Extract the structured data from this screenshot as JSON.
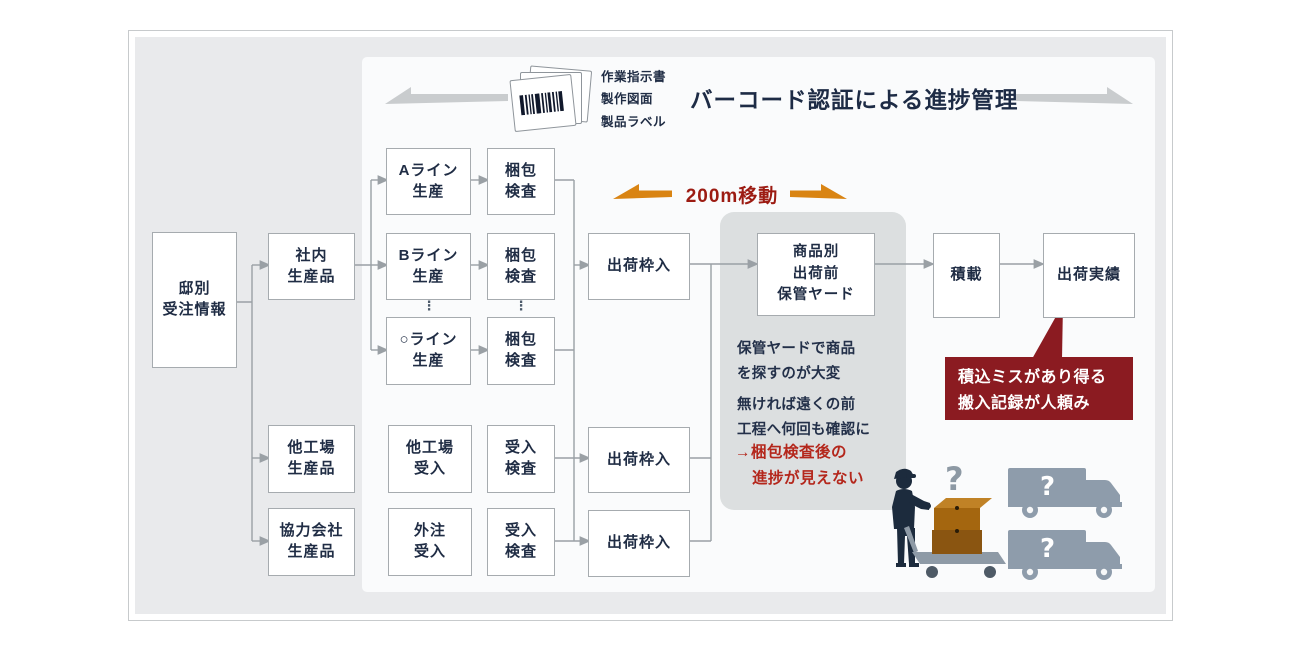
{
  "header": {
    "doc_icon_lines": [
      "作業指示書",
      "製作図面",
      "製品ラベル"
    ],
    "title": "バーコード認証による進捗管理"
  },
  "distance": {
    "label": "200m移動"
  },
  "nodes": {
    "order_info": {
      "lines": [
        "邸別",
        "受注情報"
      ]
    },
    "inhouse_product": {
      "lines": [
        "社内",
        "生産品"
      ]
    },
    "line_a": {
      "lines": [
        "Aライン",
        "生産"
      ]
    },
    "line_b": {
      "lines": [
        "Bライン",
        "生産"
      ]
    },
    "line_generic": {
      "lines": [
        "○ライン",
        "生産"
      ]
    },
    "packing_1": {
      "lines": [
        "梱包",
        "検査"
      ]
    },
    "packing_2": {
      "lines": [
        "梱包",
        "検査"
      ]
    },
    "packing_3": {
      "lines": [
        "梱包",
        "検査"
      ]
    },
    "shipping_frame_1": {
      "lines": [
        "出荷枠入"
      ]
    },
    "shipping_frame_2": {
      "lines": [
        "出荷枠入"
      ]
    },
    "shipping_frame_3": {
      "lines": [
        "出荷枠入"
      ]
    },
    "other_factory_product": {
      "lines": [
        "他工場",
        "生産品"
      ]
    },
    "other_factory_receiving": {
      "lines": [
        "他工場",
        "受入"
      ]
    },
    "receiving_inspection_1": {
      "lines": [
        "受入",
        "検査"
      ]
    },
    "partner_product": {
      "lines": [
        "協力会社",
        "生産品"
      ]
    },
    "outsource_receiving": {
      "lines": [
        "外注",
        "受入"
      ]
    },
    "receiving_inspection_2": {
      "lines": [
        "受入",
        "検査"
      ]
    },
    "storage_yard": {
      "lines": [
        "商品別",
        "出荷前",
        "保管ヤード"
      ]
    },
    "loading": {
      "lines": [
        "積載"
      ]
    },
    "shipping_record": {
      "lines": [
        "出荷実績"
      ]
    }
  },
  "notes": {
    "yard_problem_lines": [
      "保管ヤードで商品",
      "を探すのが大変",
      "無ければ遠くの前",
      "工程へ何回も確認に"
    ],
    "red_note_lines": [
      "→梱包検査後の",
      "進捗が見えない"
    ],
    "callout_lines": [
      "積込ミスがあり得る",
      "搬入記録が人頼み"
    ]
  },
  "icons": {
    "ellipsis": "⋮",
    "question_mark": "?"
  },
  "colors": {
    "navy_text": "#1f2c44",
    "line_gray": "#9aa0a5",
    "panel_gray": "#e9eaec",
    "zone_gray": "#dcdfe0",
    "header_arrow_gray": "#c9ccce",
    "orange_arrow": "#d98413",
    "distance_text_red": "#9c1b12",
    "red_note_text": "#b4271c",
    "callout_bg": "#8b1b21",
    "truck_gray": "#8e9cab",
    "worker_navy": "#1c2b3d",
    "carton_brown": "#a4660f"
  }
}
